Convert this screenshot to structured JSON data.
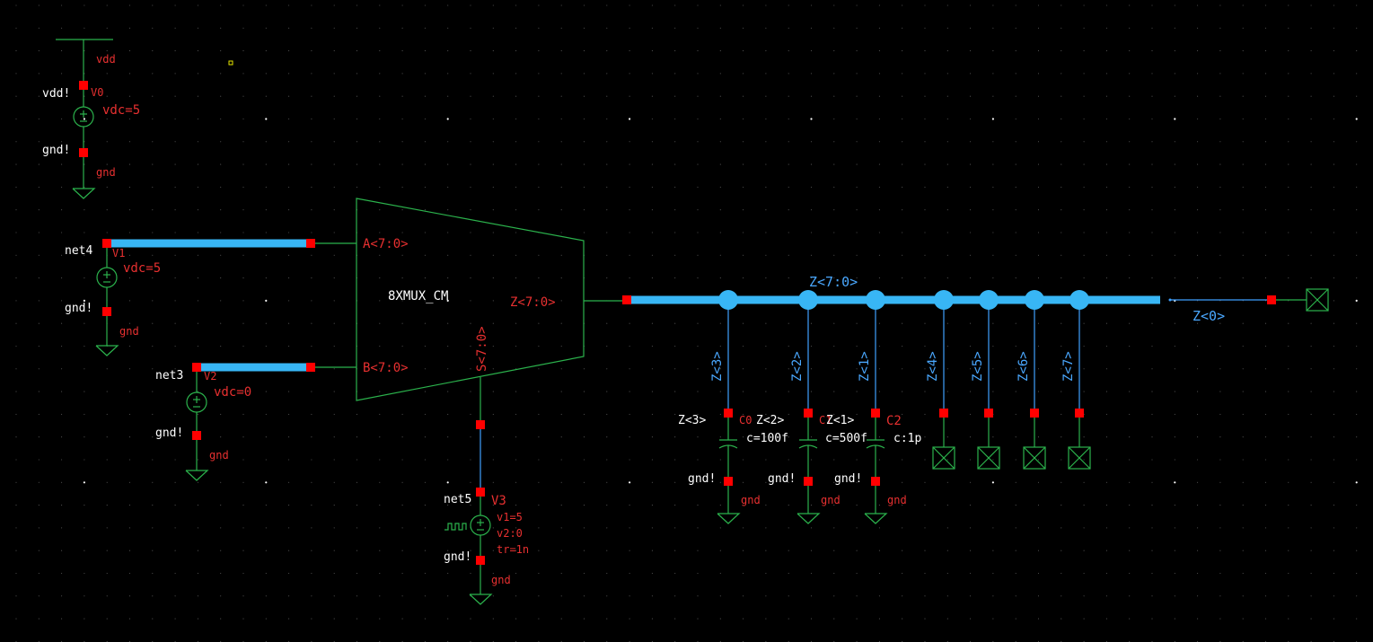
{
  "colors": {
    "background": "#000000",
    "wire": "#2bb24c",
    "net": "#3fa0ff",
    "bus": "#38b6f5",
    "pin": "#ff0000",
    "label": "#e83030",
    "text": "#ffffff"
  },
  "sources": {
    "v0": {
      "node": "vdd!",
      "name": "V0",
      "param": "vdc=5",
      "gnd_node": "gnd!",
      "gnd_label": "gnd",
      "supply_label": "vdd"
    },
    "v1": {
      "node": "net4",
      "name": "V1",
      "param": "vdc=5",
      "gnd_node": "gnd!",
      "gnd_label": "gnd"
    },
    "v2": {
      "node": "net3",
      "name": "V2",
      "param": "vdc=0",
      "gnd_node": "gnd!",
      "gnd_label": "gnd"
    },
    "v3": {
      "node": "net5",
      "name": "V3",
      "param1": "v1=5",
      "param2": "v2:0",
      "param3": "tr=1n",
      "gnd_node": "gnd!",
      "gnd_label": "gnd"
    }
  },
  "mux": {
    "name": "8XMUX_CM",
    "pin_a": "A<7:0>",
    "pin_b": "B<7:0>",
    "pin_z": "Z<7:0>",
    "pin_s": "S<7:0>"
  },
  "output_bus": {
    "label": "Z<7:0>",
    "z0_label": "Z<0>"
  },
  "taps": [
    "Z<3>",
    "Z<2>",
    "Z<1>",
    "Z<4>",
    "Z<5>",
    "Z<6>",
    "Z<7>"
  ],
  "capacitors": [
    {
      "net": "Z<3>",
      "name": "C0",
      "value": "c=100f",
      "gnd_node": "gnd!",
      "gnd_label": "gnd"
    },
    {
      "net": "Z<2>",
      "name": "C1",
      "value": "c=500f",
      "gnd_node": "gnd!",
      "gnd_label": "gnd"
    },
    {
      "net": "Z<1>",
      "name": "C2",
      "value": "c:1p",
      "gnd_node": "gnd!",
      "gnd_label": "gnd"
    }
  ]
}
